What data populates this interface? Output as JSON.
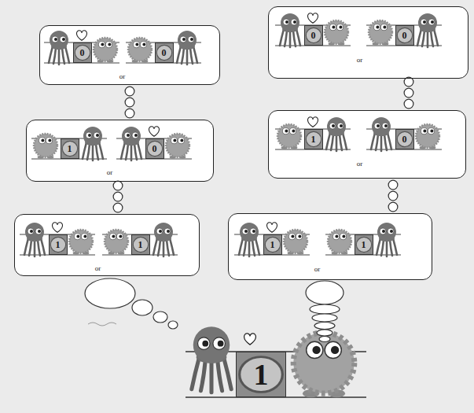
{
  "diagram": {
    "nodes": [
      {
        "text": [
          "or"
        ]
      },
      {
        "text": [
          "0"
        ],
        "in": 0
      },
      {
        "text": [
          "0"
        ],
        "in": 0
      },
      {
        "text": [
          "or"
        ]
      },
      {
        "text": [
          "0"
        ],
        "in": 3
      },
      {
        "text": [
          "0"
        ],
        "in": 3
      },
      {
        "text": [
          "or"
        ]
      },
      {
        "text": [
          "1"
        ],
        "in": 6
      },
      {
        "text": [
          "0"
        ],
        "in": 6
      },
      {
        "text": [
          "or"
        ]
      },
      {
        "text": [
          "1"
        ],
        "in": 9
      },
      {
        "text": [
          "0"
        ],
        "in": 9
      },
      {
        "text": [
          "or"
        ]
      },
      {
        "text": [
          "1"
        ],
        "in": 12
      },
      {
        "text": [
          "1"
        ],
        "in": 12
      },
      {
        "text": [
          "or"
        ]
      },
      {
        "text": [
          "1"
        ],
        "in": 15
      },
      {
        "text": [
          "1"
        ],
        "in": 15
      },
      {
        "text": [
          "1"
        ]
      }
    ],
    "edges": [
      {
        "from": 6,
        "to": 0,
        "arrow": "none"
      },
      {
        "from": 9,
        "to": 3,
        "arrow": "none"
      },
      {
        "from": 12,
        "to": 6,
        "arrow": "none"
      },
      {
        "from": 15,
        "to": 9,
        "arrow": "none"
      }
    ]
  }
}
